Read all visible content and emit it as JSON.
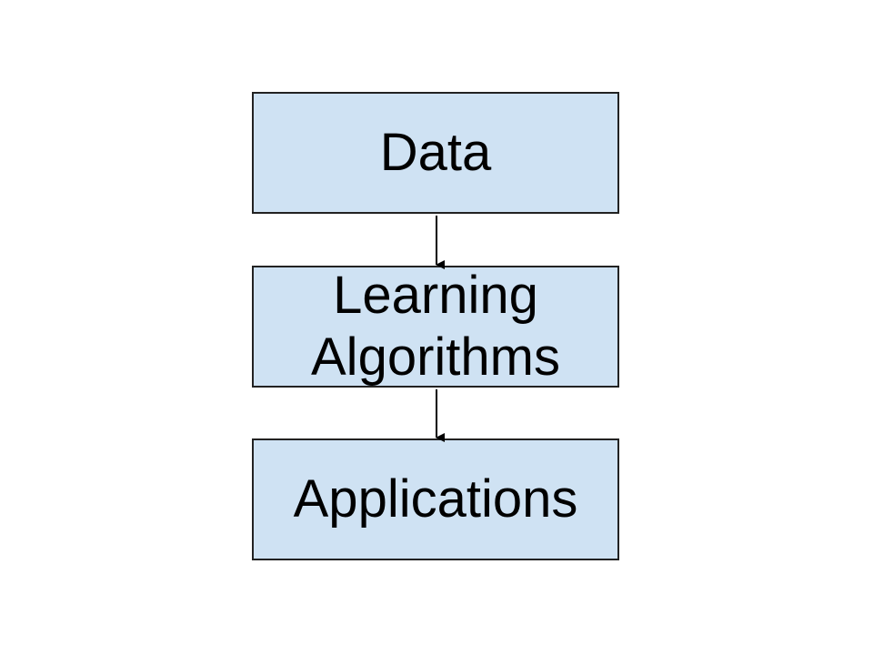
{
  "diagram": {
    "nodes": [
      {
        "id": "data",
        "label": "Data"
      },
      {
        "id": "learning",
        "label": "Learning\nAlgorithms",
        "lines": [
          "Learning",
          "Algorithms"
        ]
      },
      {
        "id": "applications",
        "label": "Applications"
      }
    ],
    "edges": [
      {
        "from": "data",
        "to": "learning"
      },
      {
        "from": "learning",
        "to": "applications"
      }
    ],
    "colors": {
      "box_fill": "#cfe2f3",
      "box_border": "#222222",
      "arrow": "#000000",
      "text": "#000000"
    }
  }
}
